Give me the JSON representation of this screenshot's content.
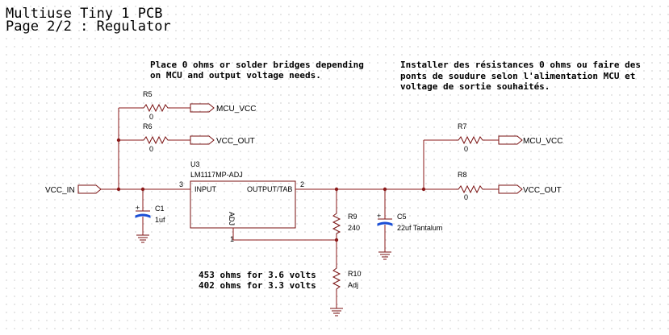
{
  "title": {
    "line1": "Multiuse Tiny 1 PCB",
    "line2": "Page 2/2 : Regulator"
  },
  "notes": {
    "en_line1": "Place 0 ohms or solder bridges depending",
    "en_line2": "on MCU and output voltage needs.",
    "fr_line1": "Installer des résistances 0 ohms ou faire des",
    "fr_line2": "ponts de soudure selon l'alimentation MCU et",
    "fr_line3": "voltage de sortie souhaités.",
    "adj_line1": "453 ohms for 3.6 volts",
    "adj_line2": "402 ohms for 3.3 volts"
  },
  "nets": {
    "vcc_in": "VCC_IN",
    "mcu_vcc": "MCU_VCC",
    "vcc_out": "VCC_OUT"
  },
  "components": {
    "r5": {
      "ref": "R5",
      "value": "0"
    },
    "r6": {
      "ref": "R6",
      "value": "0"
    },
    "r7": {
      "ref": "R7",
      "value": "0"
    },
    "r8": {
      "ref": "R8",
      "value": "0"
    },
    "r9": {
      "ref": "R9",
      "value": "240"
    },
    "r10": {
      "ref": "R10",
      "value": "Adj"
    },
    "c1": {
      "ref": "C1",
      "value": "1uf",
      "plus": "+"
    },
    "c5": {
      "ref": "C5",
      "value": "22uf Tantalum",
      "plus": "+"
    },
    "u3": {
      "ref": "U3",
      "value": "LM1117MP-ADJ",
      "pin_input": "INPUT",
      "pin_output": "OUTPUT/TAB",
      "pin_adj": "ADJ",
      "pin_num_input": "3",
      "pin_num_output": "2",
      "pin_num_adj": "1"
    }
  }
}
